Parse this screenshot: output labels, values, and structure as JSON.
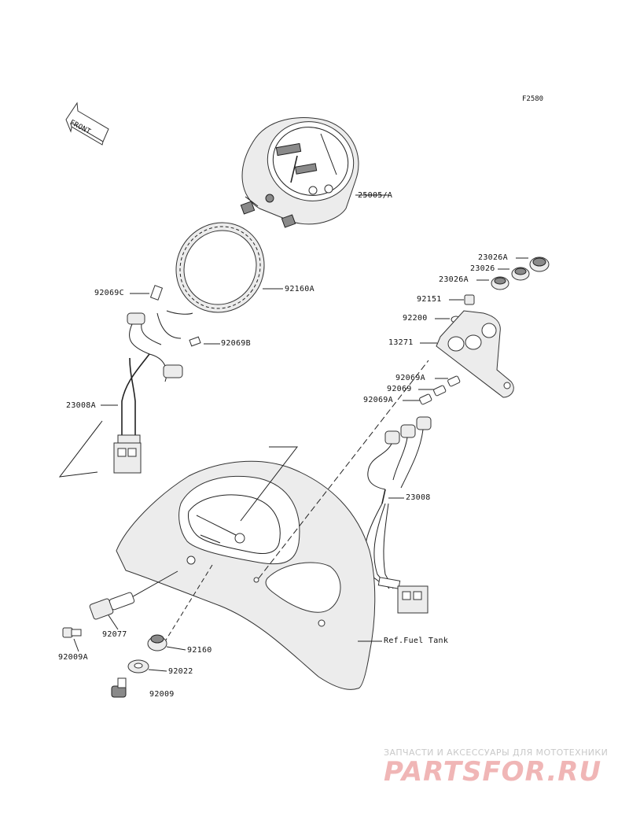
{
  "figure_code": "F2580",
  "front_arrow": "FRONT",
  "callouts": {
    "speedometer": "25005/A",
    "ring": "92160A",
    "bulb_socket_c": "92069C",
    "bulb_socket_b": "92069B",
    "harness_left": "23008A",
    "indicator_a_top": "23026A",
    "indicator": "23026",
    "indicator_a_bottom": "23026A",
    "bolt_92151": "92151",
    "washer_92200": "92200",
    "bracket": "13271",
    "bulb_a_top": "92069A",
    "bulb": "92069",
    "bulb_a_bottom": "92069A",
    "harness_right": "23008",
    "cap": "92077",
    "screw": "92009A",
    "grommet": "92160",
    "washer": "92022",
    "bolt": "92009",
    "fuel_tank_ref": "Ref.Fuel Tank"
  },
  "watermark": {
    "tagline": "ЗАПЧАСТИ И АКСЕССУАРЫ ДЛЯ МОТОТЕХНИКИ",
    "brand": "PARTSFOR.RU"
  }
}
